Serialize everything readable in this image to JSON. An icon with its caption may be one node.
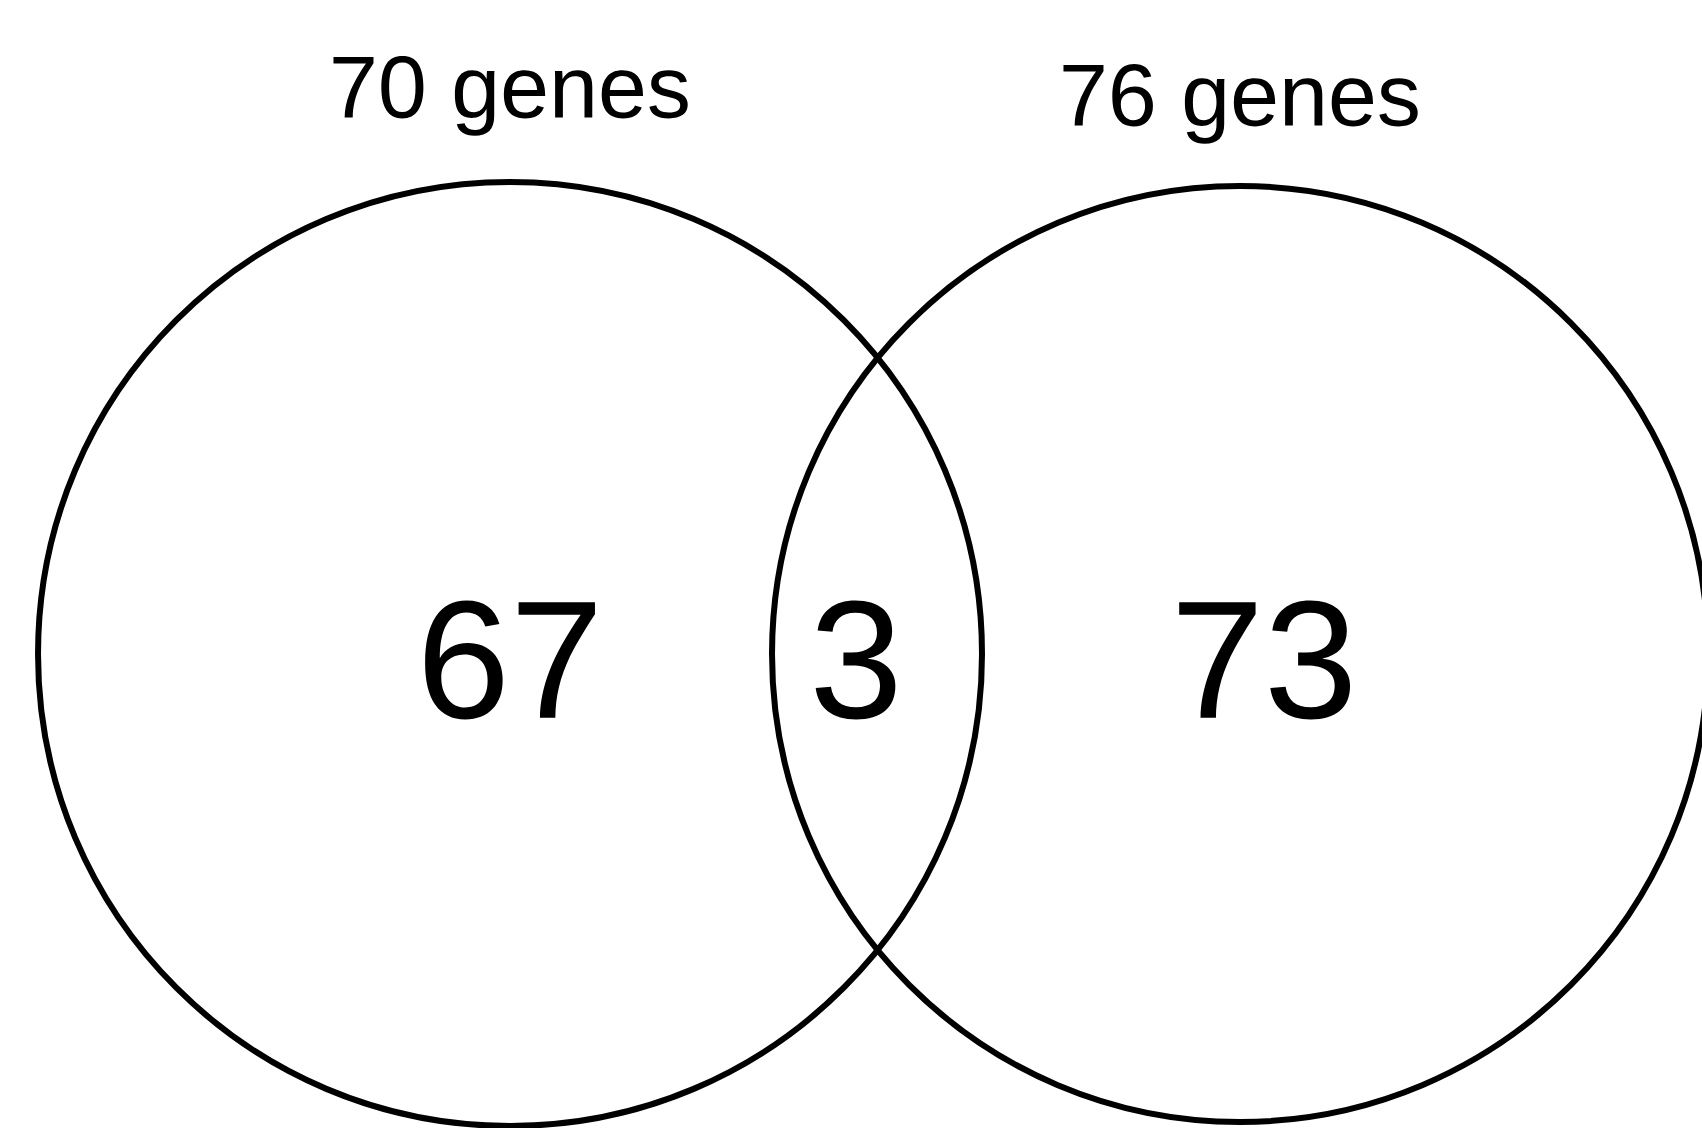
{
  "diagram": {
    "nodes": [
      {
        "text": [
          "70 genes",
          "67"
        ]
      },
      {
        "text": [
          "76 genes",
          "73"
        ]
      }
    ],
    "labels": [
      "3"
    ]
  }
}
